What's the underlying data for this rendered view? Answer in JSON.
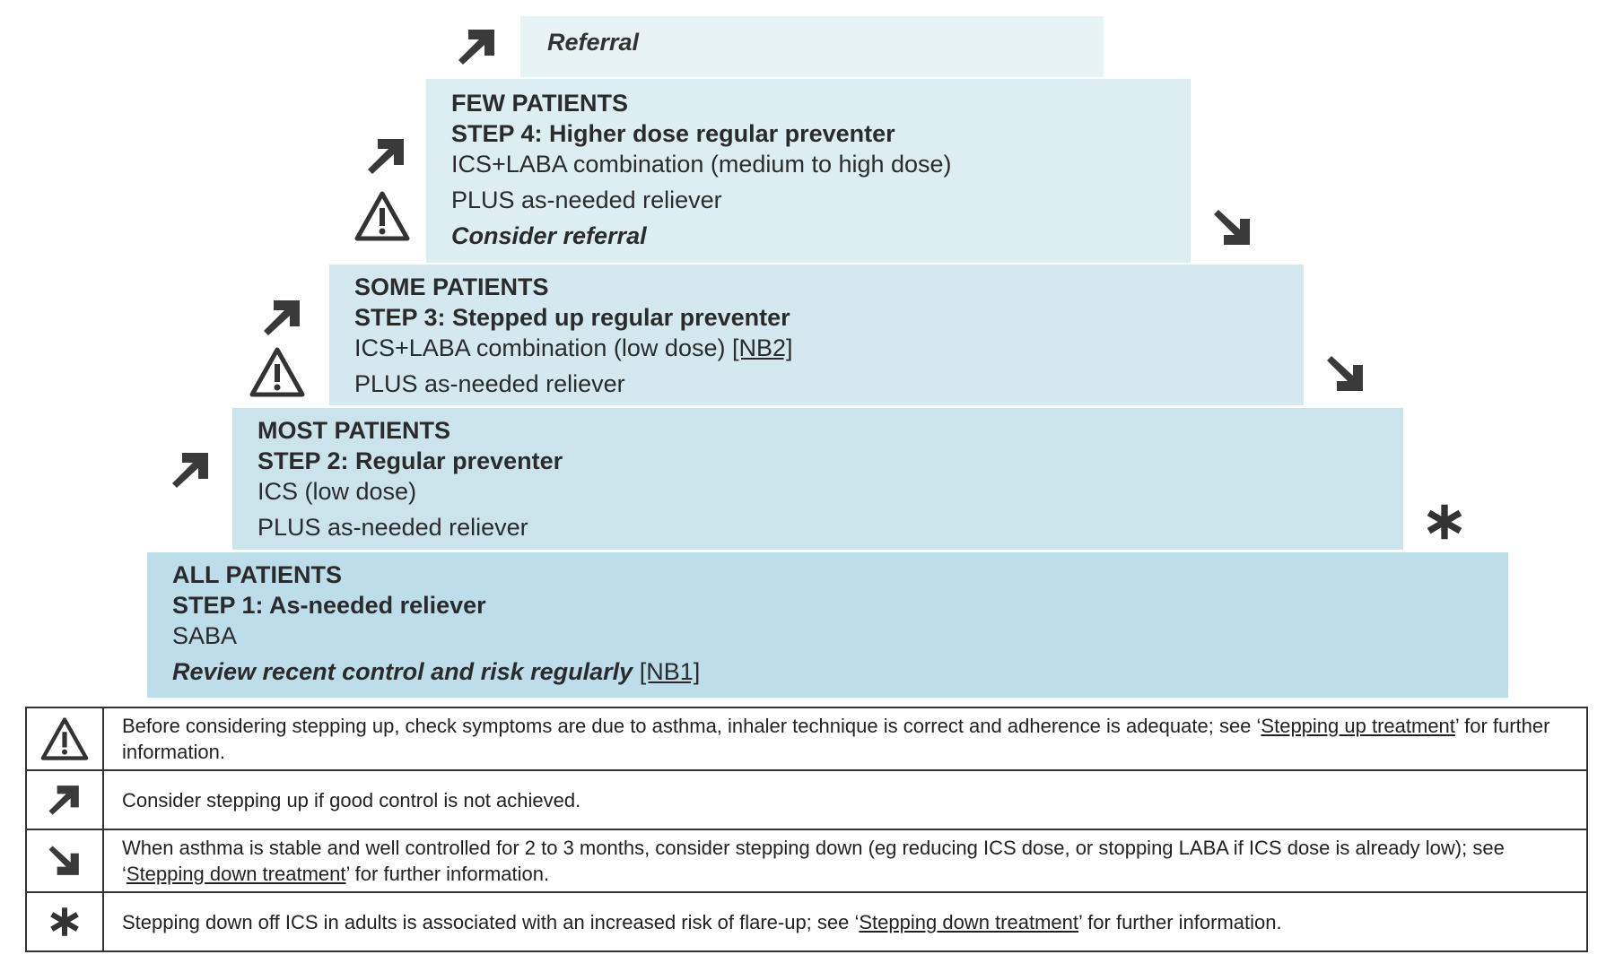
{
  "colors": {
    "step_referral": "#e7f3f5",
    "step_4": "#ddeef3",
    "step_3": "#d4e9ef",
    "step_2": "#cbe4ec",
    "step_1": "#bcdde9",
    "icon": "#333333"
  },
  "icons": {
    "warning": "warning-triangle-icon",
    "step_up": "arrow-up-right-icon",
    "step_down": "arrow-down-right-icon",
    "asterisk": "asterisk-icon"
  },
  "referral": {
    "label": "Referral"
  },
  "step4": {
    "audience": "FEW PATIENTS",
    "title": "STEP 4: Higher dose regular preventer",
    "line1": "ICS+LABA combination (medium to high dose)",
    "line2": "PLUS as-needed reliever",
    "note": "Consider referral"
  },
  "step3": {
    "audience": "SOME PATIENTS",
    "title": "STEP 3: Stepped up regular preventer",
    "line1": "ICS+LABA combination (low dose)",
    "line1_ref": "[NB2]",
    "line2": "PLUS as-needed reliever"
  },
  "step2": {
    "audience": "MOST PATIENTS",
    "title": "STEP 2: Regular preventer",
    "line1": "ICS (low dose)",
    "line2": "PLUS as-needed reliever"
  },
  "step1": {
    "audience": "ALL PATIENTS",
    "title": "STEP 1: As-needed reliever",
    "line1": "SABA",
    "note": "Review recent control and risk regularly",
    "note_ref": "[NB1]"
  },
  "legend": {
    "warning": {
      "before": "Before considering stepping up, check symptoms are due to asthma, inhaler technique is correct and adherence is adequate; see ‘",
      "link": "Stepping up treatment",
      "after": "’ for further information."
    },
    "step_up": {
      "text": "Consider stepping up if good control is not achieved."
    },
    "step_down": {
      "before": "When asthma is stable and well controlled for 2 to 3 months, consider stepping down (eg reducing ICS dose, or stopping LABA if ICS dose is already low); see ‘",
      "link": "Stepping down treatment",
      "after": "’ for further information."
    },
    "asterisk": {
      "before": "Stepping down off ICS in adults is associated with an increased risk of flare-up; see ‘",
      "link": "Stepping down treatment",
      "after": "’ for further information."
    }
  }
}
